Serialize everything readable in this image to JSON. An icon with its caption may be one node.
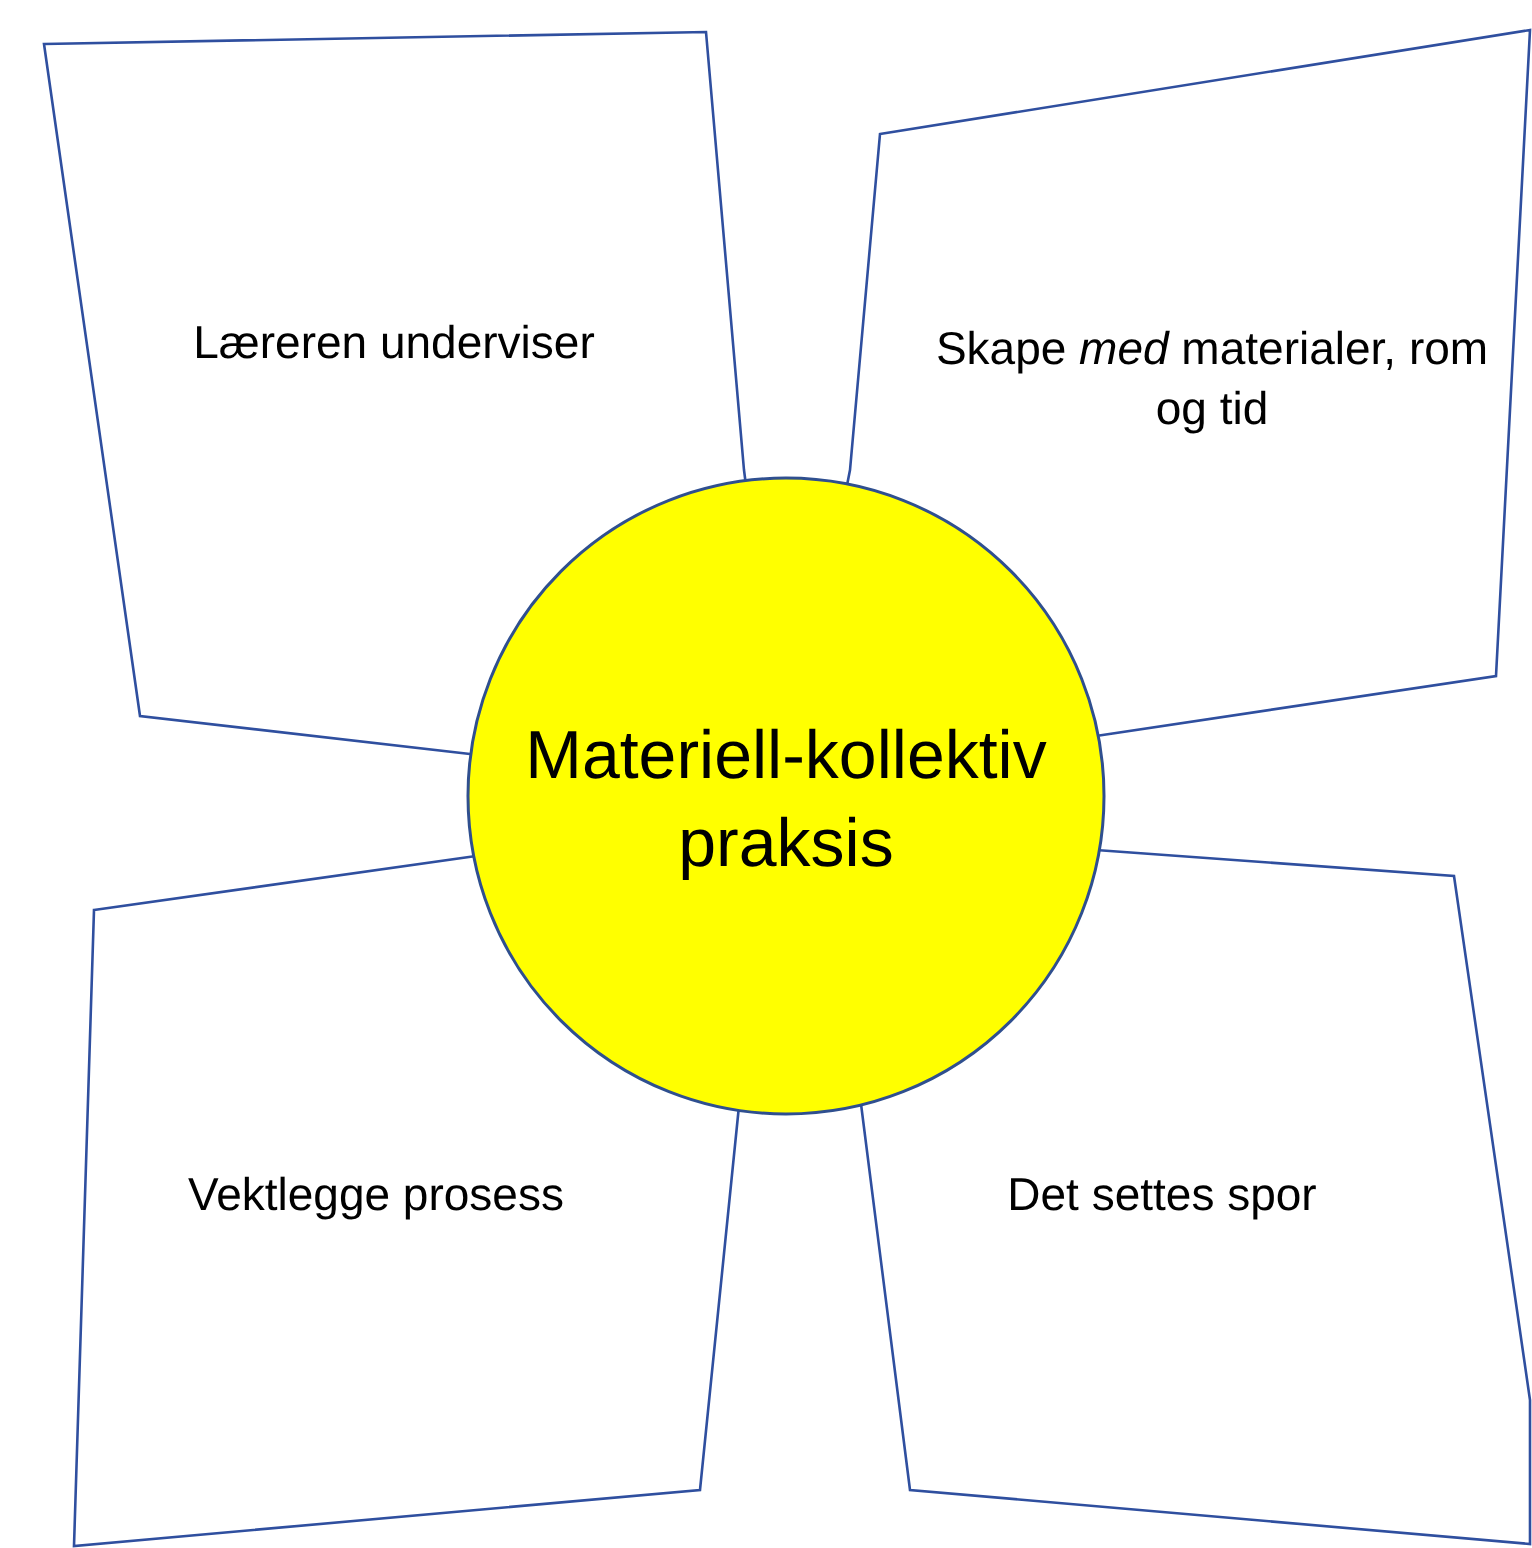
{
  "diagram": {
    "nodes": [
      {
        "text": [
          "Læreren underviser"
        ]
      },
      {
        "text": [
          "Skape *med* materialer, rom og tid"
        ]
      },
      {
        "text": [
          "Materiell-kollektiv praksis"
        ]
      },
      {
        "text": [
          "Vektlegge prosess"
        ]
      },
      {
        "text": [
          "Det settes spor"
        ]
      }
    ]
  }
}
